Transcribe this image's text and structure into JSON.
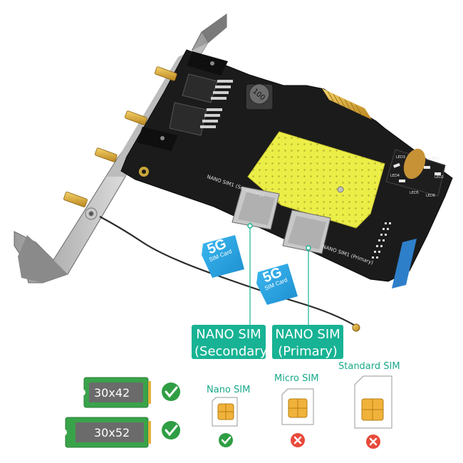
{
  "callouts": {
    "secondary": [
      "NANO SIM",
      "(Secondary)"
    ],
    "primary": [
      "NANO SIM",
      "(Primary)"
    ]
  },
  "sim_cards_5g": {
    "big": "5G",
    "small": "SIM Card"
  },
  "sim_types": {
    "nano": "Nano SIM",
    "micro": "Micro SIM",
    "standard": "Standard SIM"
  },
  "m2_cards": {
    "short": "30x42",
    "long": "30x52"
  },
  "board_silkscreen": {
    "slot_secondary": "NANO SIM1 (Secondary)",
    "slot_primary": "NANO SIM1 (Primary)",
    "inductor": "100",
    "leds": [
      "LED1",
      "LED2",
      "LED3",
      "LED4",
      "LED5",
      "LED6"
    ]
  },
  "compatibility": {
    "m2_30x42": true,
    "m2_30x52": true,
    "nano": true,
    "micro": false,
    "standard": false
  },
  "colors": {
    "accent_teal": "#17b394",
    "sim_blue": "#2aa6e6",
    "pcb_black": "#1b1b1b",
    "shield_yellow": "#ecee48",
    "gold": "#e3b23c",
    "check_green": "#2f9e44",
    "cross_red": "#e84a3b",
    "m2_green": "#39a34a"
  }
}
